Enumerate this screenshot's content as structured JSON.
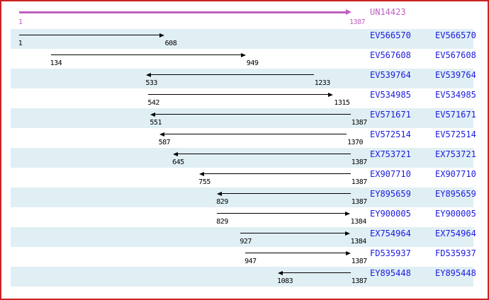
{
  "contig": {
    "name": "UN14423",
    "start_label": "1",
    "end_label": "1387"
  },
  "scale": {
    "seq_min": 1,
    "seq_max": 1387
  },
  "rows": [
    {
      "accession": "EV566570",
      "start": 1,
      "end": 608,
      "direction": "right"
    },
    {
      "accession": "EV567608",
      "start": 134,
      "end": 949,
      "direction": "right"
    },
    {
      "accession": "EV539764",
      "start": 533,
      "end": 1233,
      "direction": "left"
    },
    {
      "accession": "EV534985",
      "start": 542,
      "end": 1315,
      "direction": "right"
    },
    {
      "accession": "EV571671",
      "start": 551,
      "end": 1387,
      "direction": "left"
    },
    {
      "accession": "EV572514",
      "start": 587,
      "end": 1370,
      "direction": "left"
    },
    {
      "accession": "EX753721",
      "start": 645,
      "end": 1387,
      "direction": "left"
    },
    {
      "accession": "EX907710",
      "start": 755,
      "end": 1387,
      "direction": "left"
    },
    {
      "accession": "EY895659",
      "start": 829,
      "end": 1387,
      "direction": "left"
    },
    {
      "accession": "EY900005",
      "start": 829,
      "end": 1384,
      "direction": "right"
    },
    {
      "accession": "EX754964",
      "start": 927,
      "end": 1384,
      "direction": "right"
    },
    {
      "accession": "FD535937",
      "start": 947,
      "end": 1387,
      "direction": "right"
    },
    {
      "accession": "EY895448",
      "start": 1083,
      "end": 1387,
      "direction": "left"
    }
  ],
  "colors": {
    "border": "#cc2222",
    "stripe": "#e0eff4",
    "accession": "#1a1ae0",
    "contig": "#c05fc0",
    "arrow": "#000000"
  }
}
